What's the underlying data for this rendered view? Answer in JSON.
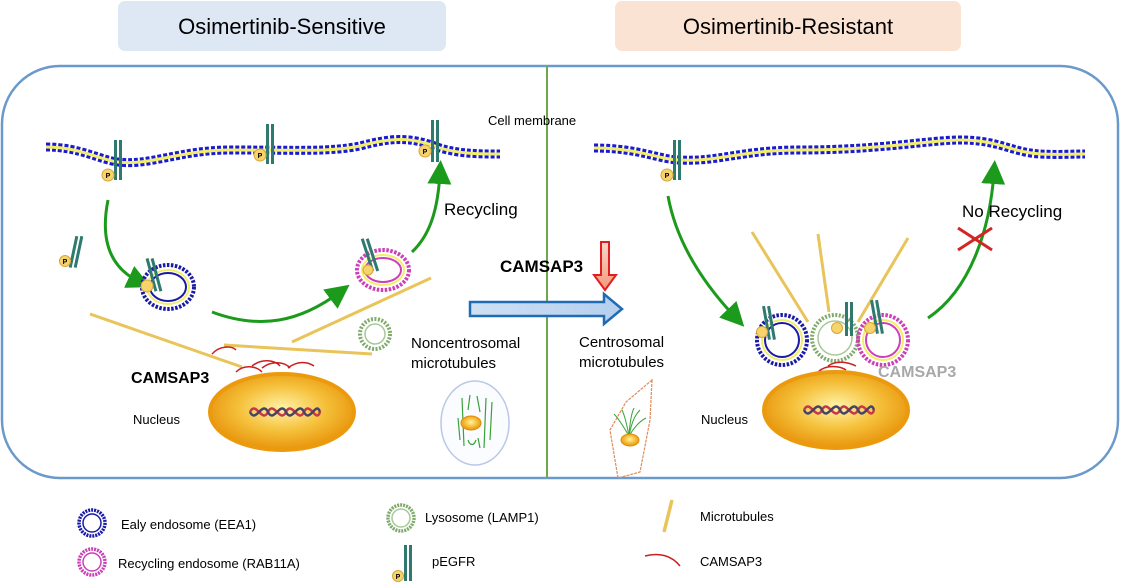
{
  "headers": {
    "sensitive": "Osimertinib-Sensitive",
    "resistant": "Osimertinib-Resistant"
  },
  "colors": {
    "sensitive_header_bg": "#dde8f4",
    "resistant_header_bg": "#fbe3d4",
    "cell_border": "#6a9acb",
    "divider": "#6fa84a",
    "membrane_blue": "#1a1ad0",
    "membrane_yellow": "#f3ee6a",
    "arrow_green": "#1c9a1c",
    "early_endosome": "#1a1aa8",
    "recycling_endosome": "#cc3fb8",
    "lysosome": "#7faa6a",
    "microtubule": "#e9c45a",
    "camsap3": "#cc1f1f",
    "nucleus": "#f0a318",
    "egfr": "#2f7a6e",
    "phospho": "#f6d36b",
    "block_x": "#d42424",
    "down_arrow": "#e02020",
    "right_arrow": "#1f6cb4"
  },
  "labels": {
    "cell_membrane": "Cell membrane",
    "recycling": "Recycling",
    "no_recycling": "No Recycling",
    "camsap3_center": "CAMSAP3",
    "camsap3_left": "CAMSAP3",
    "camsap3_right": "CAMSAP3",
    "nucleus_left": "Nucleus",
    "nucleus_right": "Nucleus",
    "noncentrosomal_line1": "Noncentrosomal",
    "noncentrosomal_line2": "microtubules",
    "centrosomal_line1": "Centrosomal",
    "centrosomal_line2": "microtubules",
    "phospho": "P"
  },
  "legend": [
    {
      "icon": "early-endosome",
      "label": "Ealy endosome (EEA1)"
    },
    {
      "icon": "lysosome",
      "label": "Lysosome (LAMP1)"
    },
    {
      "icon": "microtubules",
      "label": "Microtubules"
    },
    {
      "icon": "recycling-endosome",
      "label": "Recycling endosome (RAB11A)"
    },
    {
      "icon": "pegfr",
      "label": "pEGFR"
    },
    {
      "icon": "camsap3",
      "label": "CAMSAP3"
    }
  ]
}
